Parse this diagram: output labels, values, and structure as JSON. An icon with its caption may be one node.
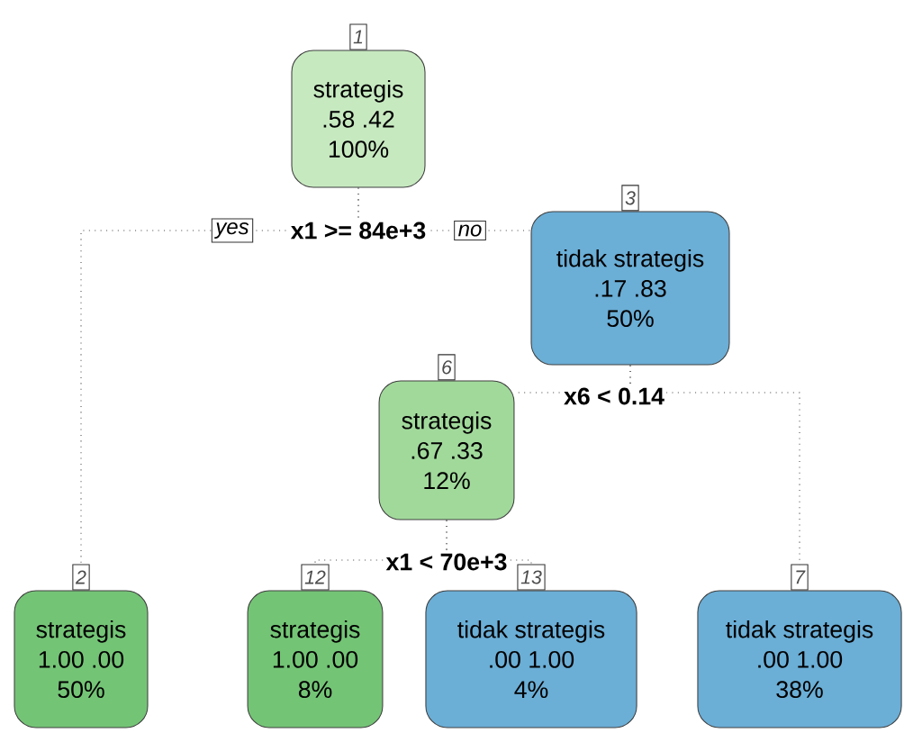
{
  "diagram": {
    "nodes": [
      {
        "text": [
          "strategis",
          ".58  .42",
          "100%"
        ],
        "beside": [
          "1"
        ]
      },
      {
        "text": [
          "tidak strategis",
          ".17  .83",
          "50%"
        ],
        "beside": [
          "3"
        ]
      },
      {
        "text": [
          "strategis",
          ".67  .33",
          "12%"
        ],
        "beside": [
          "6"
        ]
      },
      {
        "text": [
          "strategis",
          "1.00  .00",
          "50%"
        ],
        "beside": [
          "2"
        ]
      },
      {
        "text": [
          "strategis",
          "1.00  .00",
          "8%"
        ],
        "beside": [
          "12"
        ]
      },
      {
        "text": [
          "tidak strategis",
          ".00  1.00",
          "4%"
        ],
        "beside": [
          "13"
        ]
      },
      {
        "text": [
          "tidak strategis",
          ".00  1.00",
          "38%"
        ],
        "beside": [
          "7"
        ]
      }
    ],
    "edges": [
      {
        "from": 0,
        "to": 3,
        "arrow": "none",
        "label": "yes"
      },
      {
        "from": 0,
        "to": 1,
        "arrow": "none",
        "label": "no"
      },
      {
        "from": 1,
        "to": 2,
        "arrow": "none"
      },
      {
        "from": 1,
        "to": 6,
        "arrow": "none"
      },
      {
        "from": 2,
        "to": 4,
        "arrow": "none"
      },
      {
        "from": 2,
        "to": 5,
        "arrow": "none"
      }
    ],
    "labels": [
      "x1 >= 84e+3",
      "x6 < 0.14",
      "x1 < 70e+3"
    ]
  }
}
